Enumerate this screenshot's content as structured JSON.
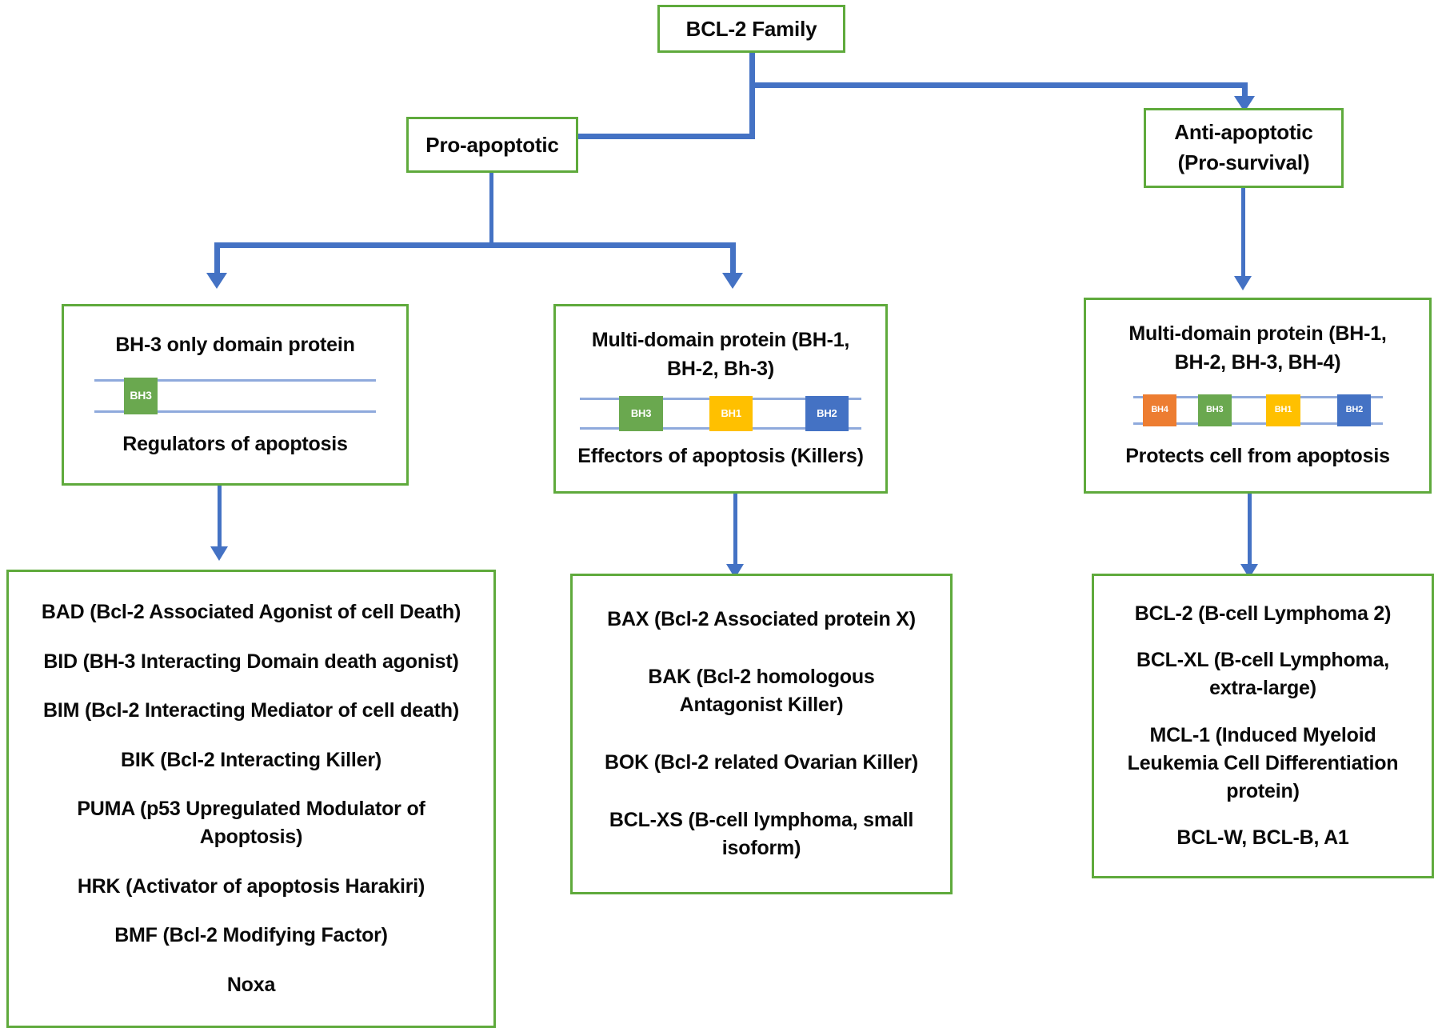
{
  "colors": {
    "box_border": "#5faa3c",
    "connector": "#4472c4",
    "rail": "#8faadc",
    "bh1": "#ffc000",
    "bh2": "#4472c4",
    "bh3": "#6aa84f",
    "bh4": "#ed7d31",
    "text": "#0a0a0a"
  },
  "root": {
    "label": "BCL-2 Family"
  },
  "branches": {
    "pro": {
      "label": "Pro-apoptotic"
    },
    "anti": {
      "line1": "Anti-apoptotic",
      "line2": "(Pro-survival)"
    }
  },
  "categories": {
    "bh3_only": {
      "title": "BH-3 only domain protein",
      "subtitle": "Regulators of apoptosis",
      "domains": [
        {
          "name": "BH3",
          "color": "#6aa84f",
          "left_pct": 10.5,
          "width_pct": 12.0
        }
      ]
    },
    "multi_pro": {
      "title_line1": "Multi-domain protein (BH-1,",
      "title_line2": "BH-2, Bh-3)",
      "subtitle": "Effectors of apoptosis (Killers)",
      "domains": [
        {
          "name": "BH3",
          "color": "#6aa84f",
          "left_pct": 14.0,
          "width_pct": 15.5
        },
        {
          "name": "BH1",
          "color": "#ffc000",
          "left_pct": 46.0,
          "width_pct": 15.5
        },
        {
          "name": "BH2",
          "color": "#4472c4",
          "left_pct": 80.0,
          "width_pct": 15.5
        }
      ]
    },
    "multi_anti": {
      "title_line1": "Multi-domain protein (BH-1,",
      "title_line2": "BH-2, BH-3, BH-4)",
      "subtitle": "Protects cell from apoptosis",
      "domains": [
        {
          "name": "BH4",
          "color": "#ed7d31",
          "left_pct": 4.0,
          "width_pct": 13.5
        },
        {
          "name": "BH3",
          "color": "#6aa84f",
          "left_pct": 26.0,
          "width_pct": 13.5
        },
        {
          "name": "BH1",
          "color": "#ffc000",
          "left_pct": 53.5,
          "width_pct": 13.5
        },
        {
          "name": "BH2",
          "color": "#4472c4",
          "left_pct": 82.0,
          "width_pct": 13.5
        }
      ]
    }
  },
  "lists": {
    "bh3_only_members": [
      "BAD (Bcl-2 Associated Agonist of cell Death)",
      "BID (BH-3 Interacting Domain death agonist)",
      "BIM (Bcl-2 Interacting Mediator of cell death)",
      "BIK (Bcl-2 Interacting Killer)",
      "PUMA (p53 Upregulated Modulator of Apoptosis)",
      "HRK (Activator of apoptosis Harakiri)",
      "BMF (Bcl-2 Modifying Factor)",
      "Noxa"
    ],
    "effector_members": [
      "BAX (Bcl-2 Associated protein X)",
      "BAK (Bcl-2 homologous Antagonist Killer)",
      "BOK (Bcl-2 related Ovarian Killer)",
      "BCL-XS (B-cell lymphoma, small isoform)"
    ],
    "antiapoptotic_members": [
      "BCL-2 (B-cell Lymphoma 2)",
      "BCL-XL (B-cell Lymphoma, extra-large)",
      "MCL-1 (Induced Myeloid Leukemia Cell Differentiation protein)",
      "BCL-W, BCL-B, A1"
    ]
  }
}
